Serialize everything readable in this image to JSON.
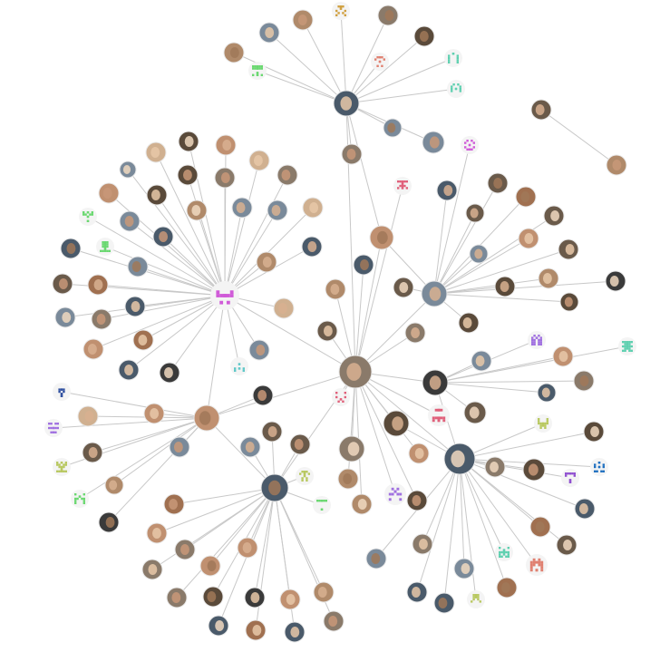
{
  "graph": {
    "edge_color": "#c8c8c8",
    "node_ring": "#ffffff",
    "palette": [
      "#8a7a6a",
      "#5a4a3a",
      "#b08a6a",
      "#3a3a3a",
      "#7a8a9a",
      "#a07050",
      "#c09070",
      "#6a5a4a",
      "#d0b090",
      "#4a5a6a"
    ],
    "identicon_colors": {
      "magenta": "#d05ad8",
      "pink": "#e0607a",
      "teal": "#5fd0b0",
      "green": "#6ad870",
      "olive": "#b8c860",
      "lavender": "#a070e0",
      "violet": "#9050d0",
      "cyan": "#60c8c8",
      "navy": "#3050a0",
      "salmon": "#e08070",
      "tan": "#d0a040",
      "blue": "#2070c0"
    },
    "hubs": [
      {
        "id": "h1",
        "kind": "identicon",
        "color": "magenta"
      },
      {
        "id": "h2",
        "kind": "photo"
      },
      {
        "id": "h3",
        "kind": "photo"
      },
      {
        "id": "h4",
        "kind": "photo"
      },
      {
        "id": "h5",
        "kind": "photo"
      },
      {
        "id": "h6",
        "kind": "photo"
      },
      {
        "id": "h7",
        "kind": "photo"
      },
      {
        "id": "h8",
        "kind": "photo"
      },
      {
        "id": "h9",
        "kind": "photo"
      },
      {
        "id": "h10",
        "kind": "photo"
      }
    ]
  }
}
